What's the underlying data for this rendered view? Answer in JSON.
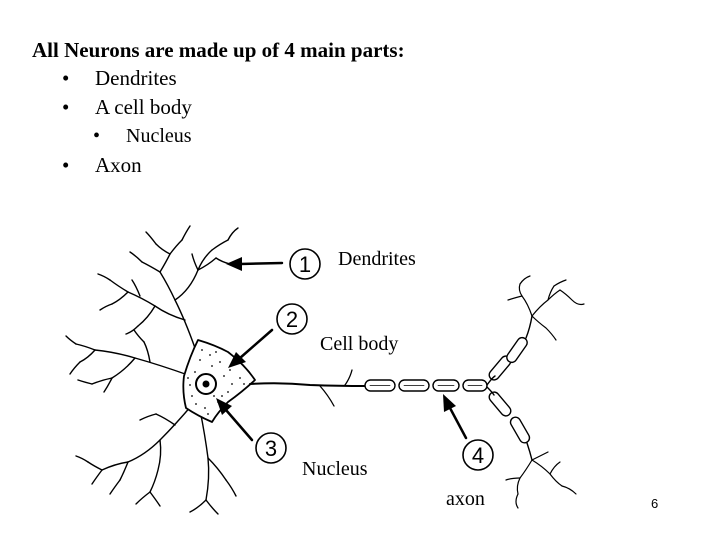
{
  "slide": {
    "title": "All Neurons are made up of 4 main parts:",
    "bullets": [
      {
        "text": "Dendrites",
        "level": 1
      },
      {
        "text": "A cell body",
        "level": 1
      },
      {
        "text": "Nucleus",
        "level": 2
      },
      {
        "text": "Axon",
        "level": 1
      }
    ],
    "page_number": "6"
  },
  "diagram": {
    "labels": {
      "dendrites": "Dendrites",
      "cell_body": "Cell body",
      "nucleus": "Nucleus",
      "axon": "axon"
    },
    "markers": [
      "1",
      "2",
      "3",
      "4"
    ],
    "colors": {
      "ink": "#000000",
      "background": "#ffffff"
    }
  }
}
